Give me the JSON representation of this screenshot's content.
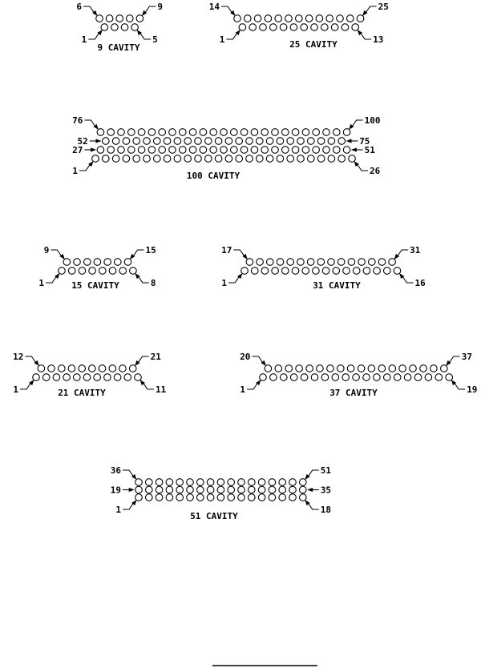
{
  "connectors": [
    {
      "id": "c9",
      "caption": "9 CAVITY",
      "rows": [
        {
          "count": 5,
          "left_label": "6",
          "right_label": "9"
        },
        {
          "count": 4,
          "left_label": "1",
          "right_label": "5"
        }
      ]
    },
    {
      "id": "c25",
      "caption": "25 CAVITY",
      "rows": [
        {
          "count": 13,
          "left_label": "14",
          "right_label": "25"
        },
        {
          "count": 12,
          "left_label": "1",
          "right_label": "13"
        }
      ]
    },
    {
      "id": "c100",
      "caption": "100 CAVITY",
      "rows": [
        {
          "count": 25,
          "left_label": "76",
          "right_label": "100"
        },
        {
          "count": 24,
          "left_label": "52",
          "right_label": "75"
        },
        {
          "count": 25,
          "left_label": "27",
          "right_label": "51"
        },
        {
          "count": 26,
          "left_label": "1",
          "right_label": "26"
        }
      ]
    },
    {
      "id": "c15",
      "caption": "15 CAVITY",
      "rows": [
        {
          "count": 7,
          "left_label": "9",
          "right_label": "15"
        },
        {
          "count": 8,
          "left_label": "1",
          "right_label": "8"
        }
      ]
    },
    {
      "id": "c31",
      "caption": "31 CAVITY",
      "rows": [
        {
          "count": 15,
          "left_label": "17",
          "right_label": "31"
        },
        {
          "count": 16,
          "left_label": "1",
          "right_label": "16"
        }
      ]
    },
    {
      "id": "c21",
      "caption": "21 CAVITY",
      "rows": [
        {
          "count": 10,
          "left_label": "12",
          "right_label": "21"
        },
        {
          "count": 11,
          "left_label": "1",
          "right_label": "11"
        }
      ]
    },
    {
      "id": "c37",
      "caption": "37 CAVITY",
      "rows": [
        {
          "count": 18,
          "left_label": "20",
          "right_label": "37"
        },
        {
          "count": 19,
          "left_label": "1",
          "right_label": "19"
        }
      ]
    },
    {
      "id": "c51",
      "caption": "51 CAVITY",
      "rows": [
        {
          "count": 17,
          "left_label": "36",
          "right_label": "51"
        },
        {
          "count": 17,
          "left_label": "19",
          "right_label": "35"
        },
        {
          "count": 17,
          "left_label": "1",
          "right_label": "18"
        }
      ]
    }
  ]
}
